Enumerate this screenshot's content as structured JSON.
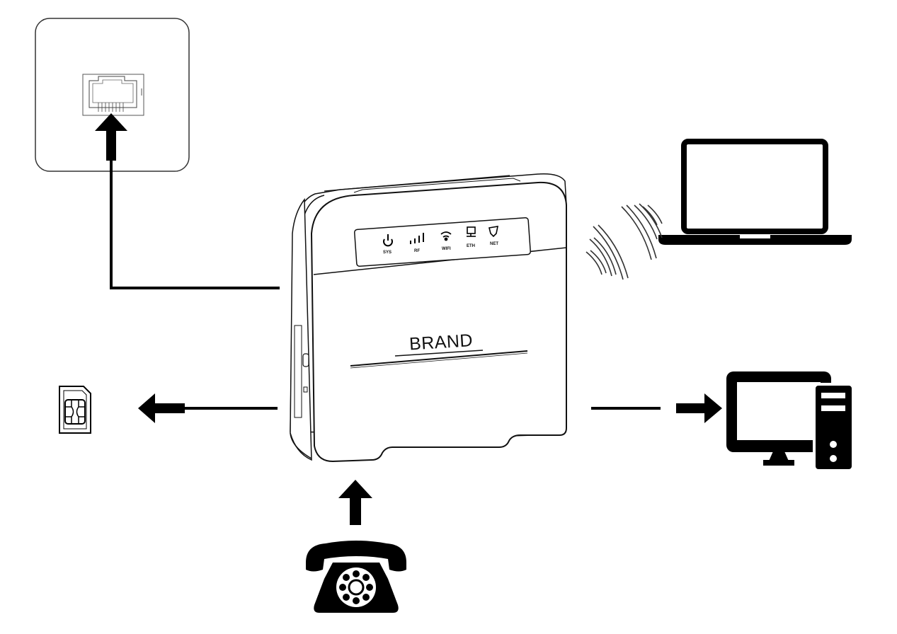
{
  "router": {
    "brand_text": "BRAND",
    "led_labels": [
      "SYS",
      "RF",
      "WIFI",
      "ETH",
      "NET"
    ]
  },
  "icons": {
    "wall_socket": "rj45-wall-socket-icon",
    "laptop": "laptop-icon",
    "desktop": "desktop-computer-icon",
    "sim": "sim-card-icon",
    "telephone": "rotary-telephone-icon",
    "wireless": "wireless-signal-icon"
  },
  "colors": {
    "line": "#111111",
    "background": "#ffffff"
  }
}
